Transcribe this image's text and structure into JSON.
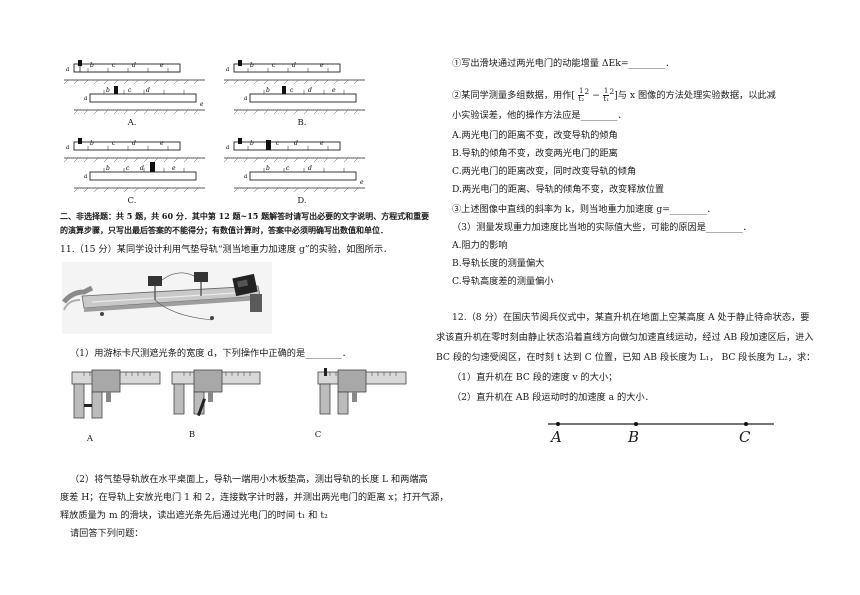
{
  "figures": {
    "option_labels": [
      "A.",
      "B.",
      "C.",
      "D."
    ],
    "rail_letters": {
      "a": "a",
      "b": "b",
      "c": "c",
      "d": "d",
      "e": "e"
    }
  },
  "section2": {
    "heading": "二、非选择题：共 5 题，共 60 分．其中第 12 题~15 题解答时请写出必要的文字说明、方程式和重要",
    "heading2": "的演算步骤，只写出最后答案的不能得分；有数值计算时，答案中必须明确写出数值和单位．"
  },
  "q11": {
    "stem": "11.（15 分）某同学设计利用气垫导轨“测当地重力加速度 g”的实验，如图所示．",
    "part1": "（1）用游标卡尺测遮光条的宽度 d，下列操作中正确的是________．",
    "caliper_labels": [
      "A",
      "B",
      "C"
    ],
    "part2_line1": "（2）将气垫导轨放在水平桌面上，导轨一端用小木板垫高，测出导轨的长度 L 和两端高",
    "part2_line2": "度差 H；在导轨上安放光电门 1 和 2，连接数字计时器，并测出两光电门的距离 x；打开气源，",
    "part2_line3": "释放质量为 m 的滑块，读出遮光条先后通过光电门的时间 t₁ 和 t₂",
    "part2_line4": "请回答下列问题：",
    "sub1": "①写出滑块通过两光电门的动能增量 ΔEk=________．",
    "sub2_pre": "②某同学测量多组数据，用作[",
    "sub2_mid": "]与 x 图像的方法处理实验数据，以此减",
    "sub2_line2": "小实验误差，他的操作方法应是________．",
    "frac1_num": "1",
    "frac1_den": "t₂",
    "frac2_num": "1",
    "frac2_den": "t₁",
    "options_a": [
      "A.两光电门的距离不变，改变导轨的倾角",
      "B.导轨的倾角不变，改变两光电门的距离",
      "C.两光电门的距离改变，同时改变导轨的倾角",
      "D.两光电门的距离、导轨的倾角不变，改变释放位置"
    ],
    "sub3": "③上述图像中直线的斜率为 k，则当地重力加速度 g=________．",
    "part3": "（3）测量发现重力加速度比当地的实际值大些，可能的原因是________．",
    "options_b": [
      "A.阻力的影响",
      "B.导轨长度的测量偏大",
      "C.导轨高度差的测量偏小"
    ]
  },
  "q12": {
    "line1": "12.（8 分）在国庆节阅兵仪式中，某直升机在地面上空某高度 A 处于静止待命状态，要",
    "line2": "求该直升机在零时刻由静止状态沿着直线方向做匀加速直线运动，经过 AB 段加速区后，进入",
    "line3": "BC 段的匀速受阅区，在时刻 t 达到 C 位置，已知 AB 段长度为 L₁， BC 段长度为 L₂，求：",
    "q1": "（1）直升机在 BC 段的速度 v 的大小；",
    "q2": "（2）直升机在 AB 段运动时的加速度 a 的大小．",
    "points": [
      "A",
      "B",
      "C"
    ]
  }
}
